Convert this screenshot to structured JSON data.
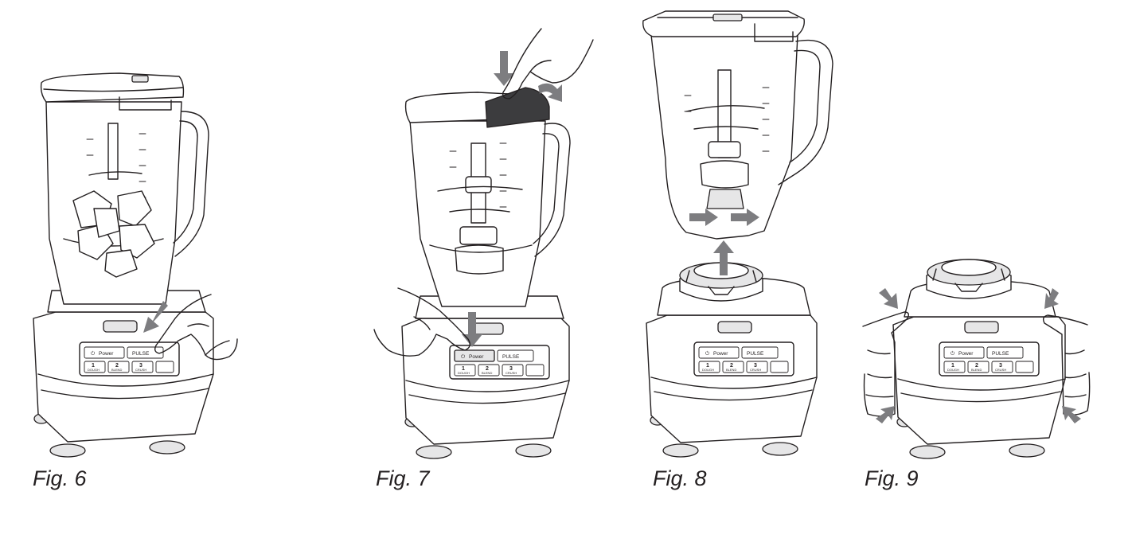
{
  "figures": [
    {
      "caption": "Fig. 6"
    },
    {
      "caption": "Fig. 7"
    },
    {
      "caption": "Fig. 8"
    },
    {
      "caption": "Fig. 9"
    }
  ],
  "control_panel": {
    "power": "Power",
    "pulse": "PULSE",
    "btn1_num": "1",
    "btn1_sub": "DOUGH",
    "btn2_num": "2",
    "btn2_sub": "BLEND",
    "btn3_num": "3",
    "btn3_sub": "CRUSH"
  },
  "colors": {
    "line": "#231f20",
    "arrow": "#7d7d80",
    "shade": "#e6e6e7",
    "lid_dark": "#3c3c3e"
  }
}
